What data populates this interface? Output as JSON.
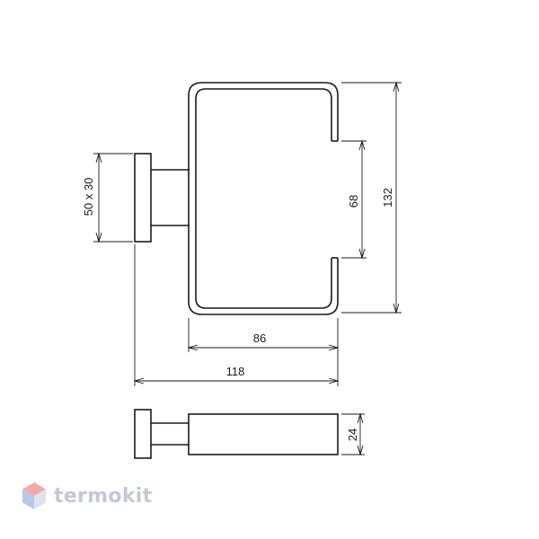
{
  "dimensions": {
    "height_132": "132",
    "height_68": "68",
    "width_86": "86",
    "width_118": "118",
    "base_50x30": "50 x 30",
    "depth_24": "24"
  },
  "brand": {
    "name": "termokit",
    "accent_top": "#f2a9a9",
    "accent_left": "#b9c8ea",
    "accent_right": "#dfe3ee"
  },
  "icons": {
    "logo": "hexagon-cube-icon"
  }
}
